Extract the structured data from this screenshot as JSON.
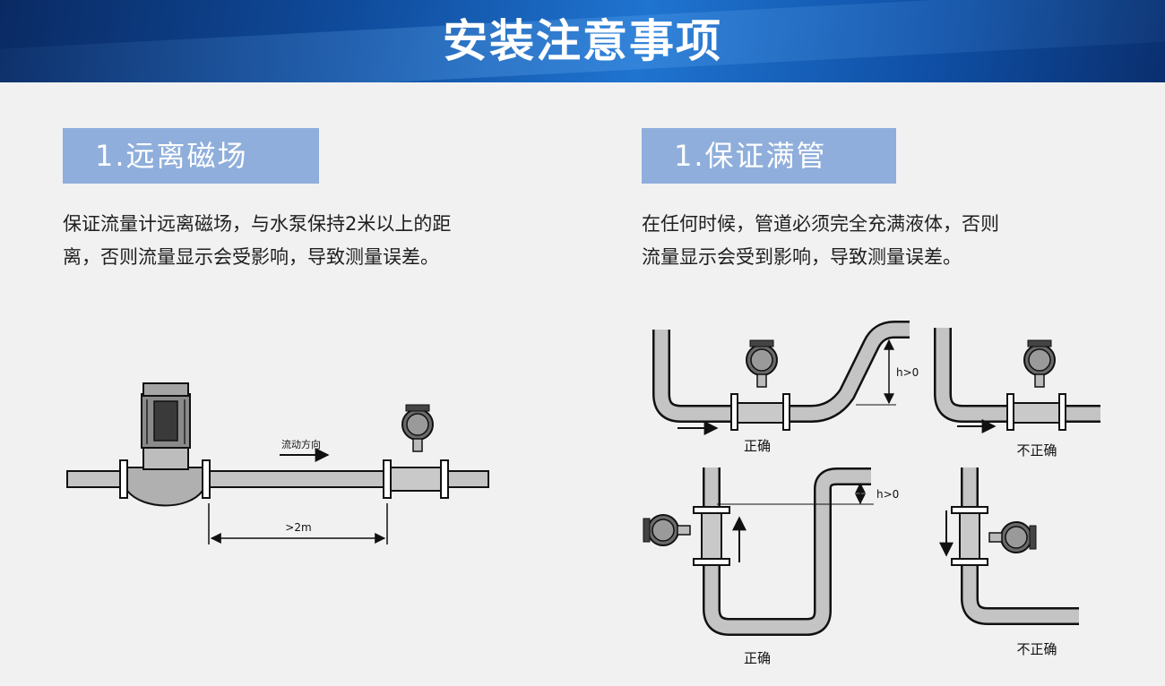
{
  "header": {
    "title": "安装注意事项"
  },
  "sections": [
    {
      "label": "1.远离磁场",
      "description_lines": [
        "保证流量计远离磁场，与水泵保持2米以上的距",
        "离，否则流量显示会受影响，导致测量误差。"
      ]
    },
    {
      "label": "1.保证满管",
      "description_lines": [
        "在任何时候，管道必须完全充满液体，否则",
        "流量显示会受到影响，导致测量误差。"
      ]
    }
  ],
  "diagram_left": {
    "flow_label": "流动方向",
    "distance_label": ">2m"
  },
  "diagram_right": {
    "height_label_1": "h>0",
    "height_label_2": "h>0",
    "caption_top_left": "正确",
    "caption_top_right": "不正确",
    "caption_bottom_left": "正确",
    "caption_bottom_right": "不正确"
  },
  "colors": {
    "header_blue": "#0f4b9c",
    "label_blue": "#8faedb",
    "pipe_fill": "#c4c4c4",
    "line": "#111111"
  }
}
